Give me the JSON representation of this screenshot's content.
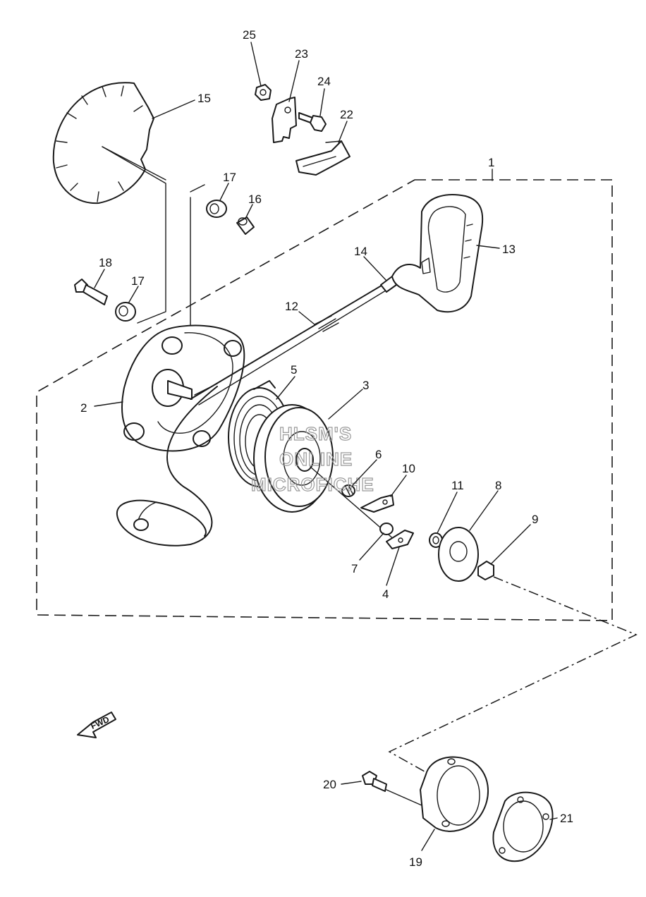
{
  "diagram": {
    "callouts": [
      "1",
      "2",
      "3",
      "4",
      "5",
      "6",
      "7",
      "8",
      "9",
      "10",
      "11",
      "12",
      "13",
      "14",
      "15",
      "16",
      "17",
      "17",
      "18",
      "19",
      "20",
      "21",
      "22",
      "23",
      "24",
      "25"
    ],
    "watermark": [
      "HLSM'S",
      "ONLINE",
      "MICROFICHE"
    ],
    "direction_arrow_label": "FWD"
  }
}
